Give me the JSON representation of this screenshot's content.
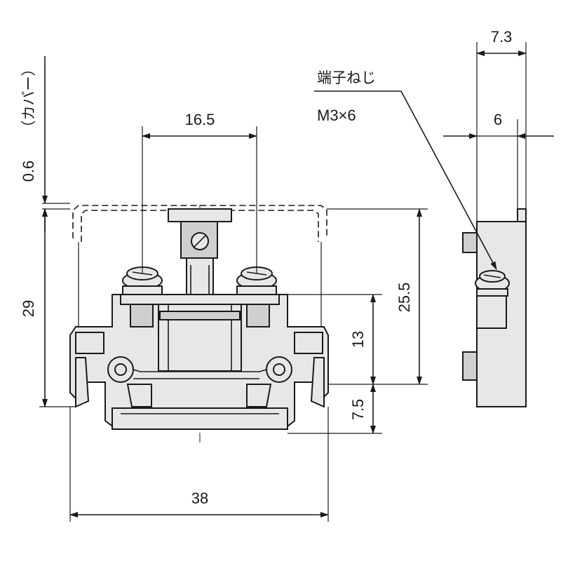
{
  "dimensions": {
    "cover_height": "0.6",
    "cover_note": "（カバー）",
    "screw_pitch": "16.5",
    "overall_height": "29",
    "cover_to_top": "25.5",
    "terminal_height": "13",
    "rail_height": "7.5",
    "overall_width": "38",
    "side_overall": "7.3",
    "side_body": "6"
  },
  "callout": {
    "title": "端子ねじ",
    "spec": "M3×6"
  },
  "colors": {
    "body_fill": "#e7e7e7",
    "shade_fill": "#cfcfcf",
    "line": "#1a1a1a"
  }
}
